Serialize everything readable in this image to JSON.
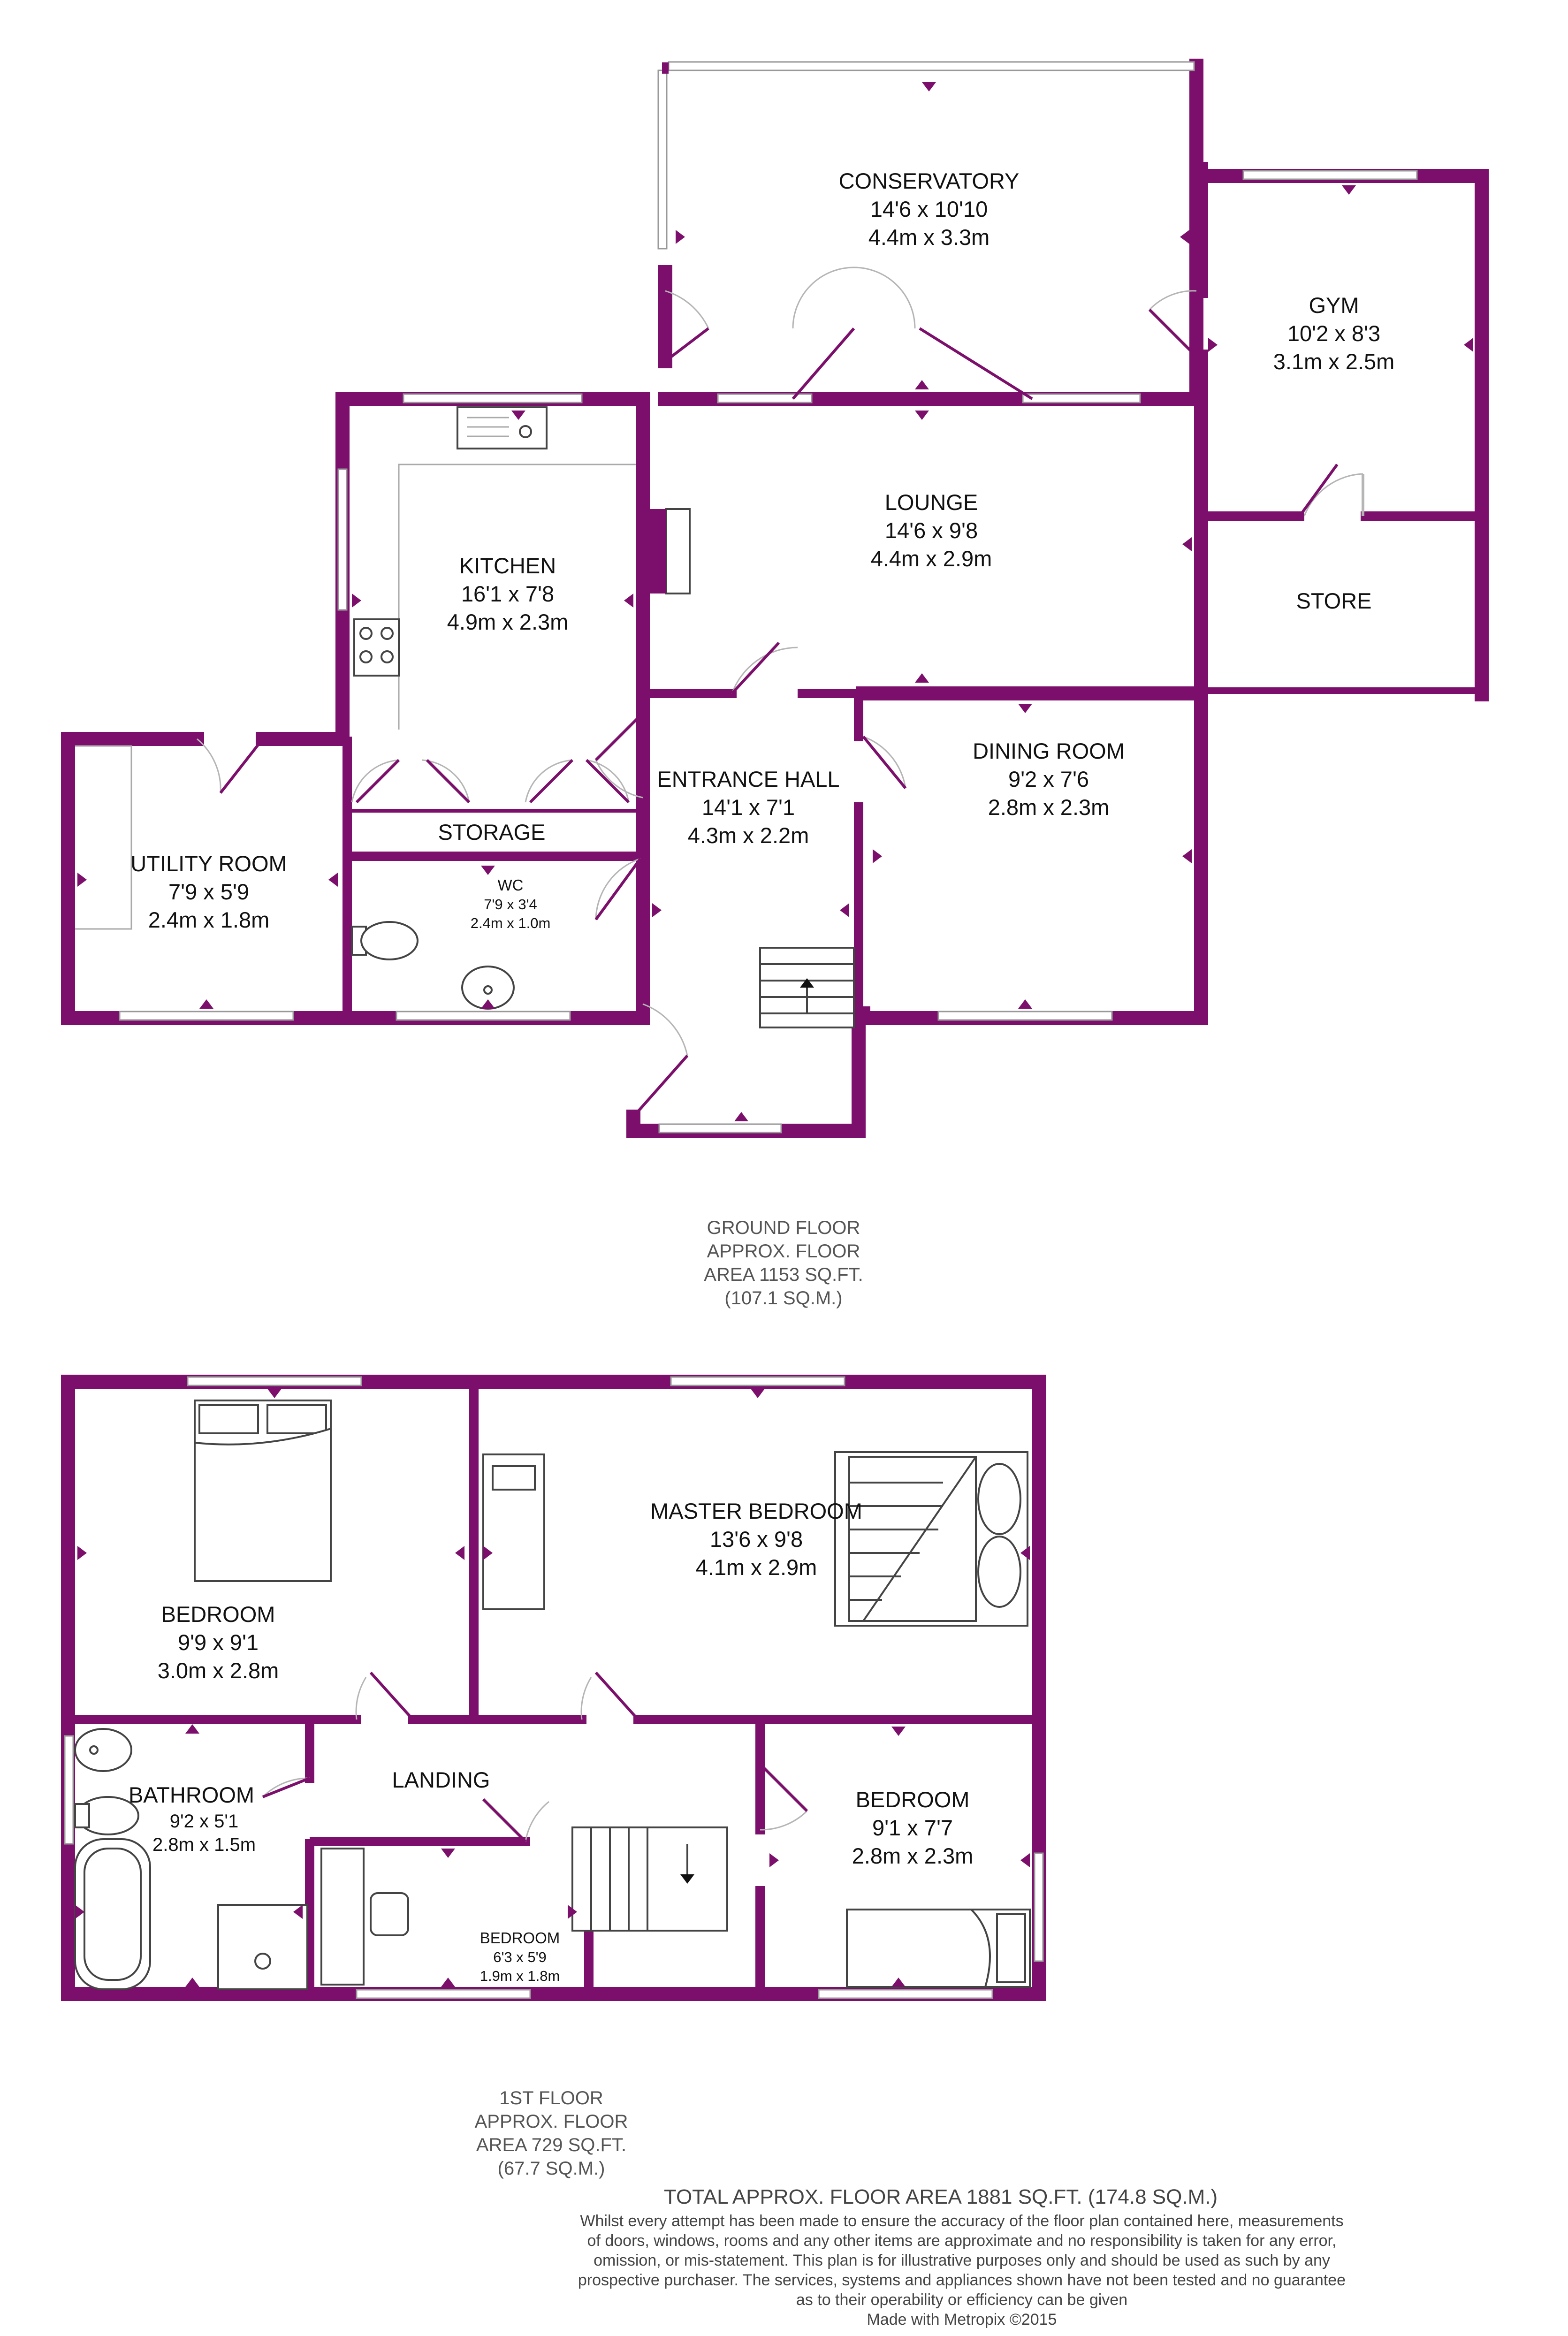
{
  "rooms": {
    "conservatory": {
      "name": "CONSERVATORY",
      "imperial": "14'6 x 10'10",
      "metric": "4.4m x 3.3m"
    },
    "gym": {
      "name": "GYM",
      "imperial": "10'2 x 8'3",
      "metric": "3.1m x 2.5m"
    },
    "kitchen": {
      "name": "KITCHEN",
      "imperial": "16'1 x 7'8",
      "metric": "4.9m x 2.3m"
    },
    "lounge": {
      "name": "LOUNGE",
      "imperial": "14'6 x 9'8",
      "metric": "4.4m x 2.9m"
    },
    "store": {
      "name": "STORE"
    },
    "entrance_hall": {
      "name": "ENTRANCE HALL",
      "imperial": "14'1 x 7'1",
      "metric": "4.3m x 2.2m"
    },
    "dining_room": {
      "name": "DINING ROOM",
      "imperial": "9'2 x 7'6",
      "metric": "2.8m x 2.3m"
    },
    "utility_room": {
      "name": "UTILITY ROOM",
      "imperial": "7'9 x 5'9",
      "metric": "2.4m x 1.8m"
    },
    "storage": {
      "name": "STORAGE"
    },
    "wc": {
      "name": "WC",
      "imperial": "7'9 x 3'4",
      "metric": "2.4m x 1.0m"
    },
    "master_bedroom": {
      "name": "MASTER BEDROOM",
      "imperial": "13'6 x 9'8",
      "metric": "4.1m x 2.9m"
    },
    "bedroom_left": {
      "name": "BEDROOM",
      "imperial": "9'9 x 9'1",
      "metric": "3.0m x 2.8m"
    },
    "landing": {
      "name": "LANDING"
    },
    "bathroom": {
      "name": "BATHROOM",
      "imperial": "9'2 x 5'1",
      "metric": "2.8m x 1.5m"
    },
    "bedroom_right": {
      "name": "BEDROOM",
      "imperial": "9'1 x 7'7",
      "metric": "2.8m x 2.3m"
    },
    "bedroom_small": {
      "name": "BEDROOM",
      "imperial": "6'3 x 5'9",
      "metric": "1.9m x 1.8m"
    }
  },
  "ground_floor": {
    "line1": "GROUND FLOOR",
    "line2": "APPROX. FLOOR",
    "line3": "AREA 1153 SQ.FT.",
    "line4": "(107.1 SQ.M.)"
  },
  "first_floor": {
    "line1": "1ST FLOOR",
    "line2": "APPROX. FLOOR",
    "line3": "AREA 729 SQ.FT.",
    "line4": "(67.7 SQ.M.)"
  },
  "total": "TOTAL APPROX. FLOOR AREA 1881 SQ.FT. (174.8 SQ.M.)",
  "disclaimer": [
    "Whilst every attempt has been made to ensure the accuracy of the floor plan contained here, measurements",
    "of doors, windows, rooms and any other items are approximate and no responsibility is taken for any error,",
    "omission, or mis-statement. This plan is for illustrative purposes only and should be used as such by any",
    "prospective purchaser. The services, systems and appliances shown have not been tested and no guarantee",
    "as to their operability or efficiency can be given",
    "Made with Metropix ©2015"
  ],
  "colors": {
    "wall": "#7b0f6b",
    "window": "#999999",
    "text": "#111111"
  }
}
